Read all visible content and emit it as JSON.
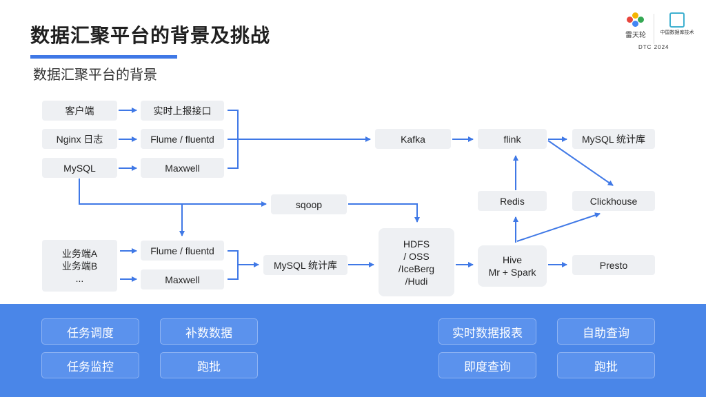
{
  "header": {
    "title": "数据汇聚平台的背景及挑战",
    "subtitle": "数据汇聚平台的背景",
    "logo_left_name": "雷天轮",
    "logo_right_name": "中国数据库技术",
    "event": "DTC 2024"
  },
  "diagram": {
    "nodes": {
      "client": "客户端",
      "nginx_log": "Nginx 日志",
      "mysql_src": "MySQL",
      "realtime_report_api": "实时上报接口",
      "flume_top": "Flume / fluentd",
      "maxwell_top": "Maxwell",
      "kafka": "Kafka",
      "flink": "flink",
      "mysql_stats_top": "MySQL 统计库",
      "sqoop": "sqoop",
      "redis": "Redis",
      "clickhouse": "Clickhouse",
      "business": "业务端A\n业务端B\n...",
      "flume_bottom": "Flume / fluentd",
      "maxwell_bottom": "Maxwell",
      "mysql_stats_bottom": "MySQL 统计库",
      "hdfs": "HDFS\n/ OSS\n/IceBerg\n/Hudi",
      "hive": "Hive\nMr + Spark",
      "presto": "Presto"
    }
  },
  "bottom_panel": {
    "buttons": {
      "task_schedule": "任务调度",
      "backfill": "补数数据",
      "task_monitor": "任务监控",
      "rerun_left": "跑批",
      "realtime_report": "实时数据报表",
      "self_query": "自助查询",
      "adhoc_query": "即度查询",
      "rerun_right": "跑批"
    }
  }
}
